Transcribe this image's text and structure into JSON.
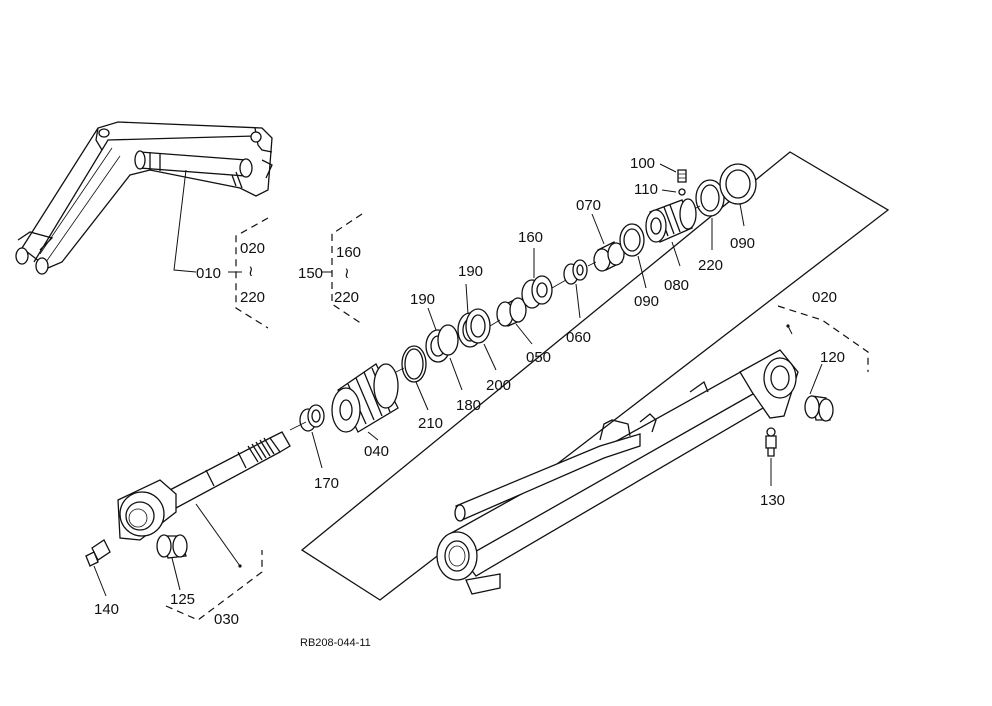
{
  "drawing": {
    "ref_code": "RB208-044-11",
    "range_mark": "≀"
  },
  "labels": {
    "p010": "010",
    "p020": "020",
    "p020b": "020",
    "p030": "030",
    "p040": "040",
    "p050": "050",
    "p060": "060",
    "p070": "070",
    "p080": "080",
    "p090a": "090",
    "p090b": "090",
    "p100": "100",
    "p110": "110",
    "p120": "120",
    "p125": "125",
    "p130": "130",
    "p140": "140",
    "p150": "150",
    "p160": "160",
    "p160b": "160",
    "p170": "170",
    "p180": "180",
    "p190a": "190",
    "p190b": "190",
    "p200": "200",
    "p210": "210",
    "p220": "220",
    "p220b": "220",
    "p220c": "220"
  }
}
